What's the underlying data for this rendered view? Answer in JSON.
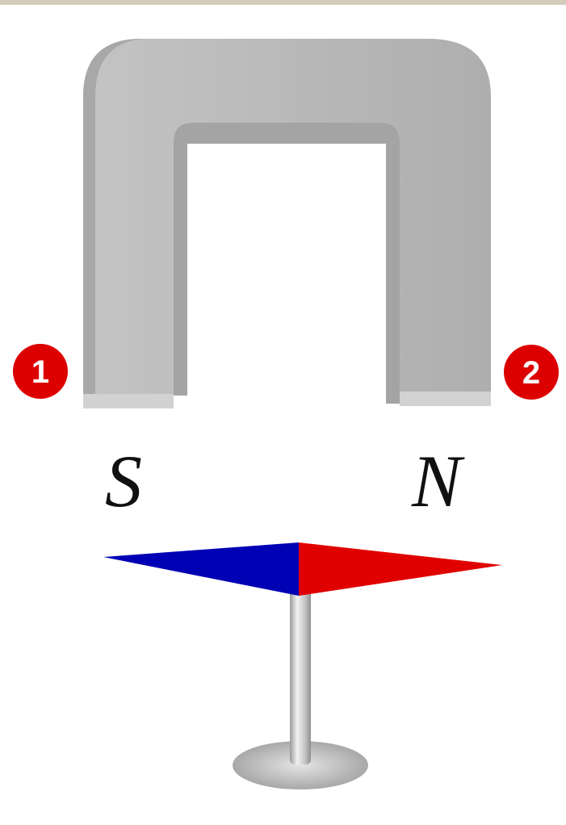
{
  "magnet": {
    "left_pole_label": "S",
    "right_pole_label": "N",
    "color": "#b3b3b3"
  },
  "markers": [
    {
      "label": "1",
      "color": "#dd0000"
    },
    {
      "label": "2",
      "color": "#dd0000"
    }
  ],
  "compass": {
    "left_needle_color": "#0000b4",
    "right_needle_color": "#e00000",
    "stand_color": "#cfcfcf"
  }
}
